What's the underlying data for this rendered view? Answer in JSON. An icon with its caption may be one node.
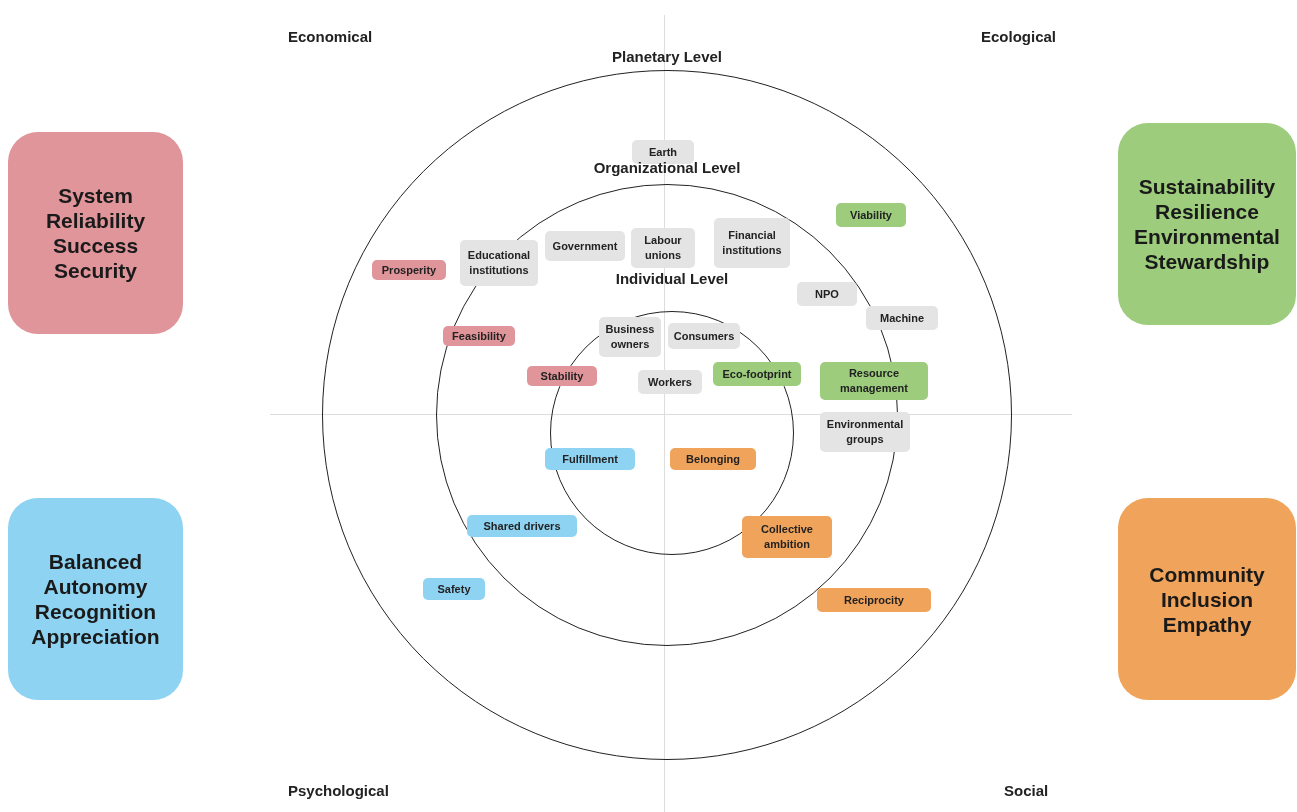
{
  "diagram": {
    "nodes": [
      {
        "text": [
          "System",
          "Reliability",
          "Success",
          "Security"
        ]
      },
      {
        "text": [
          "Planetary Level"
        ]
      },
      {
        "text": [
          "Earth"
        ],
        "in": 1
      },
      {
        "text": [
          "Organizational Level"
        ],
        "in": 1
      },
      {
        "text": [
          "Viability"
        ],
        "in": 1
      },
      {
        "text": [
          "Government"
        ],
        "in": 3
      },
      {
        "text": [
          "Labour unions"
        ],
        "in": 3
      },
      {
        "text": [
          "Financial institutions"
        ],
        "in": 3
      },
      {
        "text": [
          "Educational institutions"
        ],
        "in": 3
      },
      {
        "text": [
          "Prosperity"
        ],
        "in": 1
      },
      {
        "text": [
          "Individual Level"
        ],
        "in": 3
      },
      {
        "text": [
          "NPO"
        ],
        "in": 3
      },
      {
        "text": [
          "Machine"
        ],
        "in": 1
      },
      {
        "text": [
          "Feasibility"
        ],
        "in": 3
      },
      {
        "text": [
          "Business owners"
        ],
        "in": 10
      },
      {
        "text": [
          "Consumers"
        ],
        "in": 10
      },
      {
        "text": [
          "Workers"
        ],
        "in": 10
      },
      {
        "text": [
          "Stability"
        ],
        "in": 3
      },
      {
        "text": [
          "Eco-footprint"
        ],
        "in": 3
      },
      {
        "text": [
          "Resource management"
        ],
        "in": 3
      },
      {
        "text": [
          "Environmental groups"
        ],
        "in": 3
      },
      {
        "text": [
          "Sustainability",
          "Resilience",
          "Environmental Stewardship"
        ]
      },
      {
        "text": [
          "Fulfillment"
        ],
        "in": 10
      },
      {
        "text": [
          "Belonging"
        ],
        "in": 10
      },
      {
        "text": [
          "Shared drivers"
        ],
        "in": 3
      },
      {
        "text": [
          "Collective ambition"
        ],
        "in": 3
      },
      {
        "text": [
          "Safety"
        ],
        "in": 1
      },
      {
        "text": [
          "Reciprocity"
        ],
        "in": 1
      },
      {
        "text": [
          "Balanced",
          "Autonomy",
          "Recognition",
          "Appreciation"
        ]
      },
      {
        "text": [
          "Community",
          "Inclusion",
          "Empathy"
        ]
      }
    ],
    "labels": [
      "Economical",
      "Ecological",
      "Psychological",
      "Social"
    ]
  }
}
